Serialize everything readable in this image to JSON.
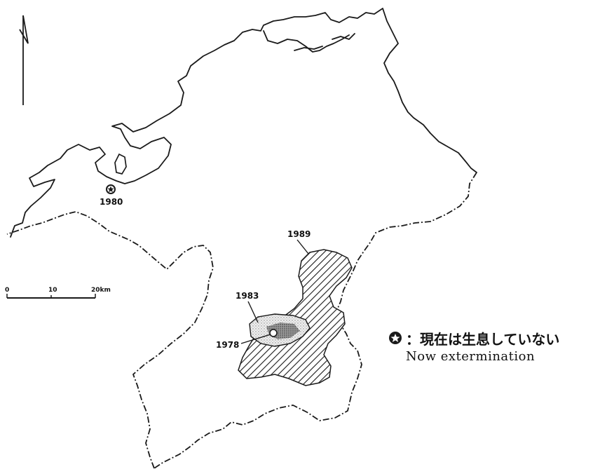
{
  "map": {
    "site_1980_label": "1980",
    "area_1989_label": "1989",
    "area_1983_label": "1983",
    "site_1978_label": "1978",
    "scale": {
      "tick_0": "0",
      "tick_10": "10",
      "tick_20": "20km"
    }
  },
  "legend": {
    "symbol": "star-in-circle-icon",
    "text_ja": "：現在は生息していない",
    "text_en": "Now extermination"
  }
}
